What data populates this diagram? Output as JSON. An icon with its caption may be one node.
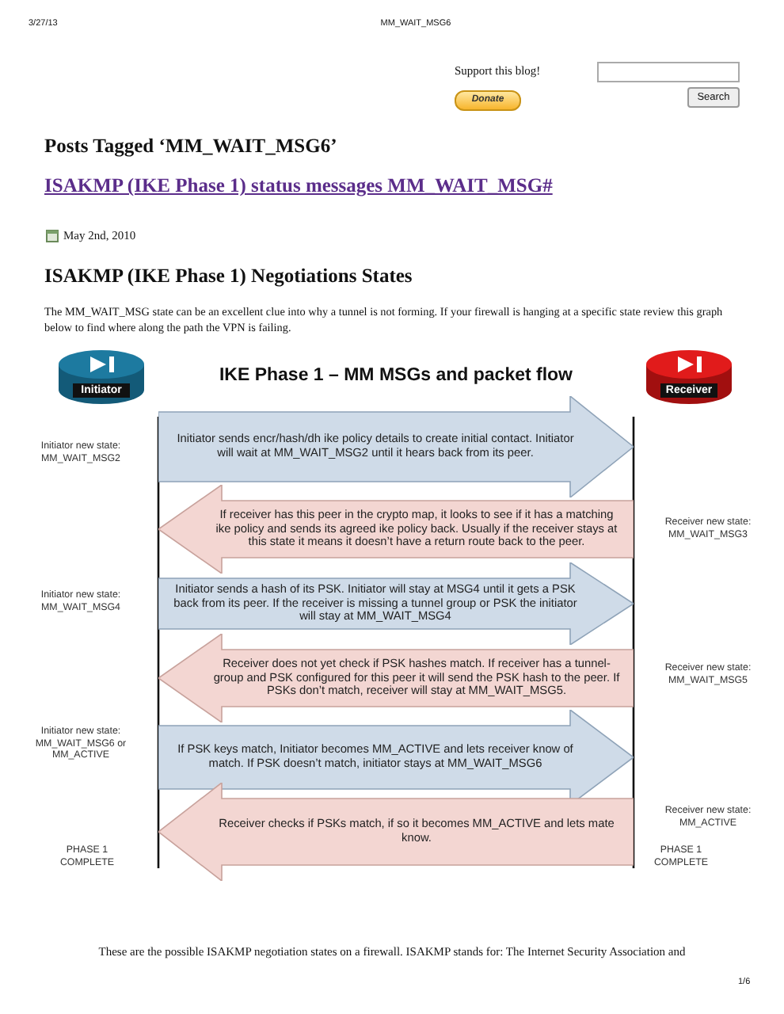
{
  "diagram": {
    "title": "IKE Phase 1 – MM MSGs and packet flow",
    "nodes": [
      {
        "text": [
          "Initiator"
        ]
      },
      {
        "text": [
          "Receiver"
        ]
      },
      {
        "text": [
          "Initiator sends encr/hash/dh ike policy details to create initial contact. Initiator will wait at MM_WAIT_MSG2 until it hears back from its peer."
        ]
      },
      {
        "text": [
          "If receiver has this peer in the crypto map, it looks to see if it has a matching ike policy and sends its agreed ike policy back. Usually if the receiver stays at this state it means it doesn’t have a return route back to the peer."
        ]
      },
      {
        "text": [
          "Initiator sends a hash of its PSK. Initiator will stay at MSG4 until it gets a PSK back from its peer. If the receiver is missing a tunnel group or PSK the initiator will stay at MM_WAIT_MSG4"
        ]
      },
      {
        "text": [
          "Receiver does not yet check if PSK hashes match. If receiver has a tunnel-group and PSK configured for this peer it will send the PSK hash to the peer. If PSKs don’t match, receiver will stay at MM_WAIT_MSG5."
        ]
      },
      {
        "text": [
          "If PSK keys match, Initiator becomes MM_ACTIVE and lets receiver know of match. If PSK doesn’t match, initiator stays at MM_WAIT_MSG6"
        ]
      },
      {
        "text": [
          "Receiver checks if PSKs match, if so it becomes MM_ACTIVE and lets mate know."
        ]
      }
    ],
    "labels": [
      "3/27/13",
      "MM_WAIT_MSG6",
      "Support this blog!",
      "Donate",
      "Search",
      "Posts Tagged ‘MM_WAIT_MSG6’",
      "ISAKMP (IKE Phase 1) status messages MM_WAIT_MSG#",
      "May 2nd, 2010",
      "ISAKMP (IKE Phase 1) Negotiations States",
      "The MM_WAIT_MSG state can be an excellent clue into why a tunnel is not forming. If your firewall is hanging at a specific state review this graph below to find where along the path the VPN is failing.",
      "Initiator new state: MM_WAIT_MSG2",
      "Receiver new state: MM_WAIT_MSG3",
      "Initiator new state: MM_WAIT_MSG4",
      "Receiver new state: MM_WAIT_MSG5",
      "Initiator new state: MM_WAIT_MSG6 or MM_ACTIVE",
      "Receiver new state: MM_ACTIVE",
      "PHASE 1 COMPLETE",
      "PHASE 1 COMPLETE",
      "These are the possible ISAKMP negotiation states on a firewall. ISAKMP stands for: The Internet Security Association and",
      "1/6"
    ]
  }
}
